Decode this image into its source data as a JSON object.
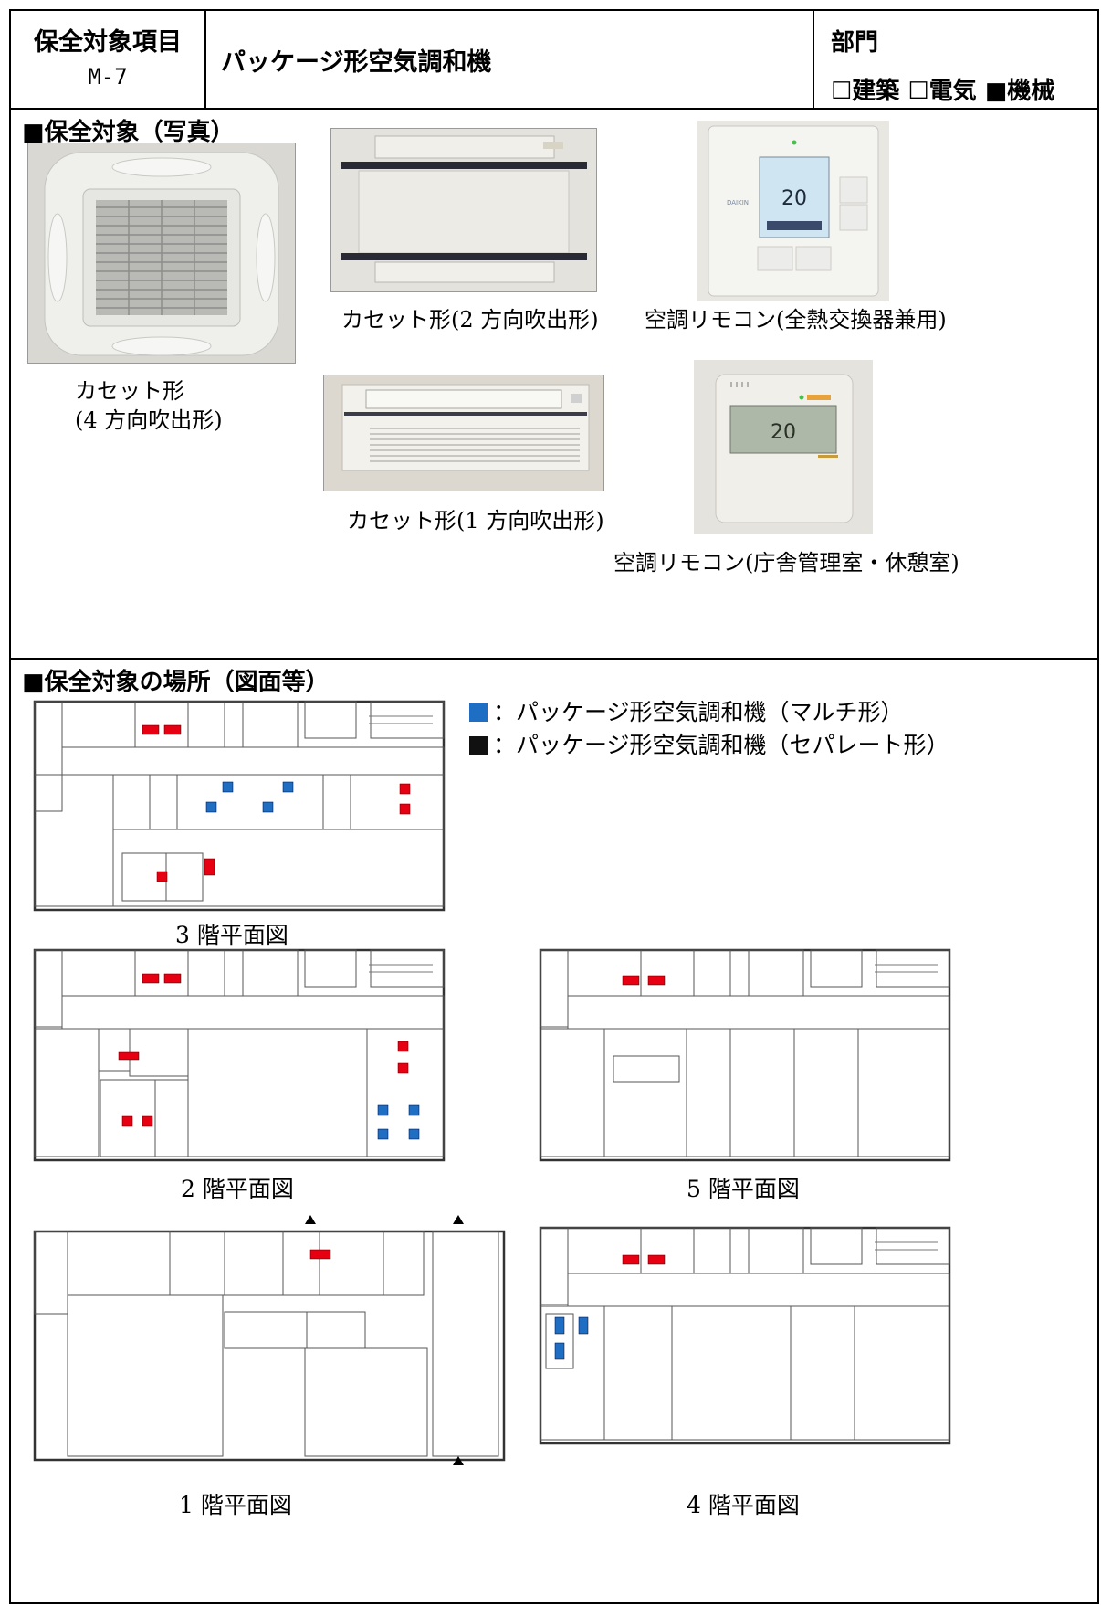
{
  "header": {
    "item_label": "保全対象項目",
    "item_code": "M-7",
    "title": "パッケージ形空気調和機",
    "dept_label": "部門",
    "dept_options": "☐建築 ☐電気 ■機械"
  },
  "photos": {
    "section_title": "■保全対象（写真）",
    "cassette4_caption_line1": "カセット形",
    "cassette4_caption_line2": "(4 方向吹出形)",
    "cassette2_caption": "カセット形(2 方向吹出形)",
    "cassette1_caption": "カセット形(1 方向吹出形)",
    "remote1_caption": "空調リモコン(全熱交換器兼用)",
    "remote1_screen_temp": "20",
    "remote1_brand": "DAIKIN",
    "remote2_caption": "空調リモコン(庁舎管理室・休憩室)",
    "remote2_screen_temp": "20"
  },
  "locations": {
    "section_title": "■保全対象の場所（図面等）",
    "legend_multi": "：パッケージ形空気調和機（マルチ形）",
    "legend_separate": "：パッケージ形空気調和機（セパレート形）",
    "legend_multi_color": "#1e6fc4",
    "legend_separate_color": "#111111",
    "unit_red_color": "#e60012",
    "floor3": "3 階平面図",
    "floor2": "2 階平面図",
    "floor5": "5 階平面図",
    "floor1": "1 階平面図",
    "floor4": "4 階平面図"
  }
}
